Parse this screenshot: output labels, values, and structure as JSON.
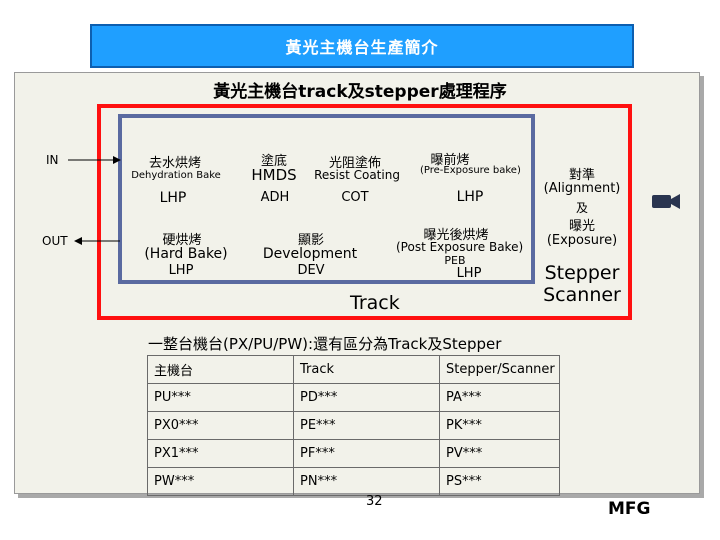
{
  "header": {
    "title": "黃光主機台生產簡介"
  },
  "subtitle": "黃光主機台track及stepper處理程序",
  "flow": {
    "in_label": "IN",
    "out_label": "OUT",
    "dehydration": {
      "zh": "去水烘烤",
      "en": "Dehydration Bake",
      "unit": "LHP"
    },
    "hmds": {
      "zh": "塗底",
      "en": "HMDS",
      "unit": "ADH"
    },
    "resist": {
      "zh": "光阻塗佈",
      "en": "Resist Coating",
      "unit": "COT"
    },
    "pre_exposure": {
      "zh": "曝前烤",
      "en": "(Pre-Exposure bake)",
      "unit": "LHP"
    },
    "hard_bake": {
      "zh": "硬烘烤",
      "en": "(Hard Bake)",
      "unit": "LHP"
    },
    "develop": {
      "zh": "顯影",
      "en": "Development",
      "unit": "DEV"
    },
    "peb": {
      "zh": "曝光後烘烤",
      "en": "(Post Exposure Bake)",
      "abbr": "PEB",
      "unit": "LHP"
    },
    "track_label": "Track",
    "alignment": {
      "zh1": "對準",
      "en1": "(Alignment)",
      "and": "及",
      "zh2": "曝光",
      "en2": "(Exposure)"
    },
    "stepper_label": "Stepper\nScanner"
  },
  "note": "一整台機台(PX/PU/PW):還有區分為Track及Stepper",
  "table": {
    "rows": [
      [
        "主機台",
        "Track",
        "Stepper/Scanner"
      ],
      [
        "PU***",
        "PD***",
        "PA***"
      ],
      [
        "PX0***",
        "PE***",
        "PK***"
      ],
      [
        "PX1***",
        "PF***",
        "PV***"
      ],
      [
        "PW***",
        "PN***",
        "PS***"
      ]
    ]
  },
  "footer": {
    "page_number": "32",
    "dept": "MFG"
  },
  "icons": {
    "camera": "camera-icon"
  }
}
